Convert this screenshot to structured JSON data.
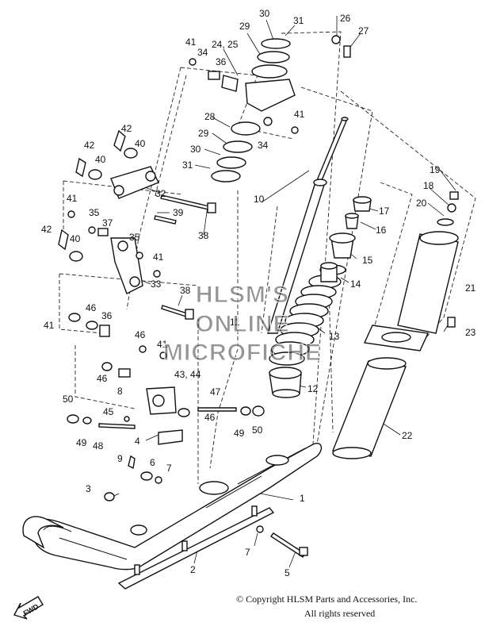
{
  "diagram": {
    "labels": [
      "1",
      "2",
      "3",
      "4",
      "5",
      "6",
      "7",
      "7",
      "8",
      "9",
      "10",
      "11",
      "12",
      "13",
      "14",
      "15",
      "16",
      "17",
      "18",
      "19",
      "20",
      "21",
      "22",
      "23",
      "24, 25",
      "26",
      "27",
      "28",
      "29",
      "29",
      "30",
      "30",
      "31",
      "31",
      "32",
      "33",
      "34",
      "34",
      "35",
      "35",
      "36",
      "36",
      "37",
      "38",
      "38",
      "39",
      "40",
      "40",
      "40",
      "41",
      "41",
      "41",
      "41",
      "41",
      "41",
      "42",
      "42",
      "42",
      "43, 44",
      "45",
      "46",
      "46",
      "46",
      "46",
      "47",
      "48",
      "49",
      "49",
      "50",
      "50"
    ]
  },
  "watermark": {
    "line1": "HLSM'S",
    "line2": "ONLINE",
    "line3": "MICROFICHE"
  },
  "badge": {
    "text": "FWD"
  },
  "footer": {
    "copyright": "© Copyright HLSM Parts and Accessories, Inc.",
    "rights": "All rights reserved"
  }
}
